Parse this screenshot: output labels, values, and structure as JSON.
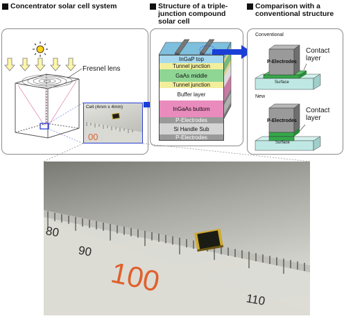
{
  "sections": {
    "s1_title": "Concentrator solar cell system",
    "s2_title_l1": "Structure of a triple-",
    "s2_title_l2": "junction compound",
    "s2_title_l3": "solar cell",
    "s3_title_l1": "Comparison with a",
    "s3_title_l2": "conventional structure"
  },
  "panel1": {
    "fresnel_label": "Fresnel lens",
    "cell_label": "Cell (4mm x 4mm)",
    "ruler_number": "00"
  },
  "layers": [
    {
      "label": "InGaP top",
      "color": "#a7d8ee"
    },
    {
      "label": "Tunnel junction",
      "color": "#f2ee9c"
    },
    {
      "label": "GaAs middle",
      "color": "#8fd694"
    },
    {
      "label": "Tunnel junction",
      "color": "#f2ee9c"
    },
    {
      "label": "Buffer layer",
      "color": "#ffffff"
    },
    {
      "label": "InGaAs buttom",
      "color": "#e98bbd"
    },
    {
      "label": "P-Electrodes",
      "color": "#9a9a9a"
    },
    {
      "label": "Si Handle Sub",
      "color": "#d4d4d4"
    },
    {
      "label": "P-Electrodes",
      "color": "#9a9a9a"
    }
  ],
  "comparison": {
    "conventional": "Conventional",
    "new": "New",
    "electrode_label": "P-Electrodes",
    "surface_label": "Surface",
    "contact_label_l1": "Contact",
    "contact_label_l2": "layer"
  },
  "photo": {
    "ruler_numbers": [
      "80",
      "90",
      "100",
      "110"
    ]
  },
  "colors": {
    "arrow": "#1a3fd8",
    "contact_layer": "#35a84a",
    "surface": "#bfe8e4",
    "electrode": "#9a9a9a",
    "ruler_highlight": "#e0602c"
  }
}
